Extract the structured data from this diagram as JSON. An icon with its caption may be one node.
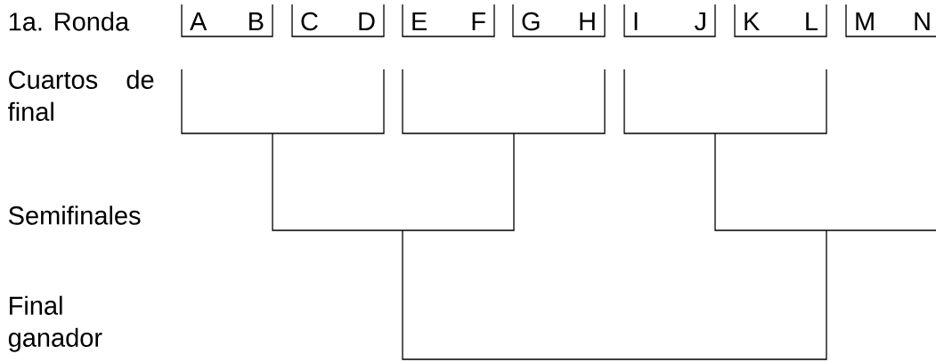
{
  "diagram": {
    "nodes": [
      {
        "text": [
          "A",
          "B"
        ]
      },
      {
        "text": [
          "C",
          "D"
        ]
      },
      {
        "text": [
          "E",
          "F"
        ]
      },
      {
        "text": [
          "G",
          "H"
        ]
      },
      {
        "text": [
          "I",
          "J"
        ]
      },
      {
        "text": [
          "K",
          "L"
        ]
      },
      {
        "text": [
          "M",
          "N"
        ]
      }
    ],
    "labels": [
      "1a. Ronda",
      "Cuartos de final",
      "Semifinales",
      "Final ganador"
    ]
  }
}
